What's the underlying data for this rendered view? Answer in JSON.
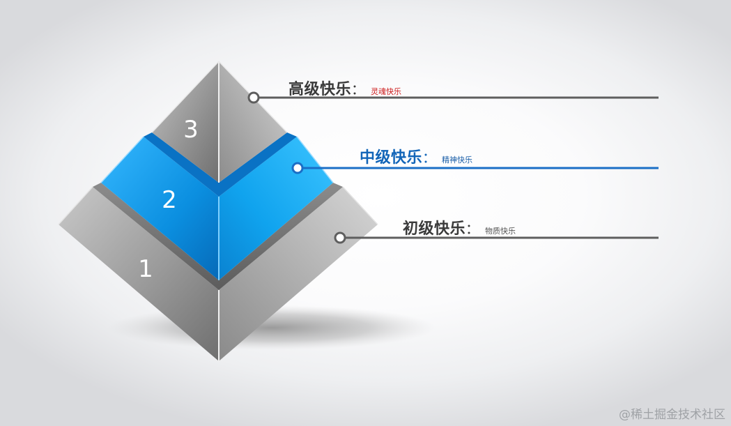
{
  "levels": [
    {
      "number": "3",
      "title": "高级快乐",
      "colon": "：",
      "subtitle": "灵魂快乐"
    },
    {
      "number": "2",
      "title": "中级快乐",
      "colon": "：",
      "subtitle": "精神快乐"
    },
    {
      "number": "1",
      "title": "初级快乐",
      "colon": "：",
      "subtitle": "物质快乐"
    }
  ],
  "colors": {
    "high_title": "#3a3a3a",
    "high_subtitle": "#cc1a1a",
    "mid_title": "#1265b8",
    "mid_subtitle": "#1b5fa8",
    "mid_line": "#1a6ec6",
    "low_title": "#3a3a3a",
    "low_subtitle": "#555555",
    "gray_line": "#5e5e5e",
    "blue_face": "#1a9ae6"
  },
  "watermark": "@稀土掘金技术社区"
}
